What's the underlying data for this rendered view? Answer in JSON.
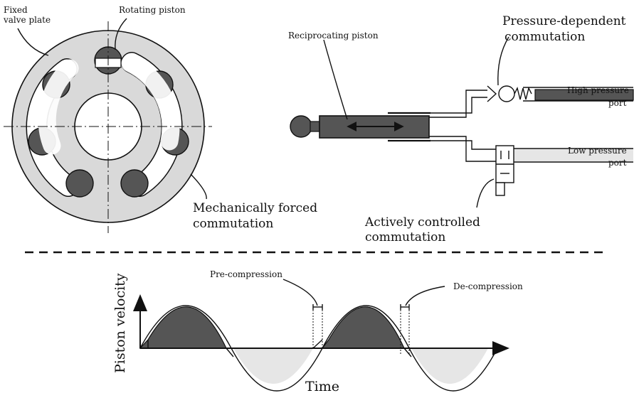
{
  "radial": {
    "fixed_valve_plate": [
      "Fixed",
      "valve plate"
    ],
    "rotating_piston": "Rotating piston",
    "mechanically_forced": [
      "Mechanically forced",
      "commutation"
    ]
  },
  "linear": {
    "reciprocating_piston": "Reciprocating piston",
    "pressure_dependent": [
      "Pressure-dependent",
      "commutation"
    ],
    "high_pressure": [
      "High pressure",
      "port"
    ],
    "low_pressure": [
      "Low pressure",
      "port"
    ],
    "actively_controlled": [
      "Actively controlled",
      "commutation"
    ]
  },
  "plot": {
    "ylabel": "Piston velocity",
    "xlabel": "Time",
    "pre_compression": "Pre-compression",
    "de_compression": "De-compression"
  },
  "colors": {
    "plate_gray": "#d9d9d9",
    "dark_gray": "#555555",
    "light_fill": "#e6e6e6",
    "line": "#111111"
  }
}
